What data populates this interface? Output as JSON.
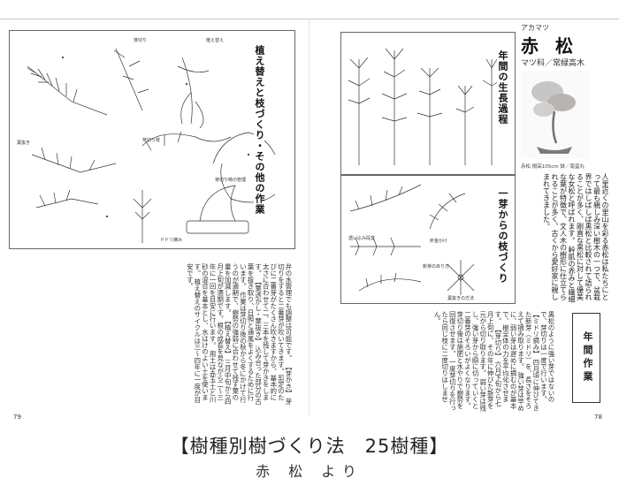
{
  "left_page": {
    "page_number": "79",
    "figure_label": "植え替えと枝づくり・その他の作業",
    "illustration_labels": [
      "芽切り",
      "植え替え",
      "葉抜き",
      "芽切り枝",
      "芽切り時の管理",
      "ドドリ摘み"
    ],
    "text_columns": [
      "弁の水管理でも調整は可能です。",
      "【芽かき】",
      "芽切りをすると二番芽が吹いてきます。剪定のたびに二番芽がたくさん吹きますから、基本的に太さに合わせて二、三本を残して芽かきをします。",
      "【葉透かし・葉抜き】",
      "込み合った部分の古葉を抜き取り、日照と通風をよくするために行います。",
      "作業は芽切り後の秋から冬にかけて行うのが適期で、樹勢の強弱に合わせて残す葉の量を加減します。",
      "【植え替え】",
      "三月中旬から四月上旬が適期です。根の成長を見ながら二〜三年に一回を目安に行います。",
      "用土は赤玉土と川砂の混合を基本とし、水はけのよい土を使います。",
      "植え替えのサイクルは三〜四年に一度が目安です。"
    ]
  },
  "right_page": {
    "page_number": "78",
    "species_kana": "アカマツ",
    "species_kanji": "赤 松",
    "family_line": "マツ科／常緑高木",
    "photo_caption": "赤松  樹高105cm  鉢／南蛮丸",
    "figure_label_top": "年間の生長過程",
    "figure_label_bottom": "一芽からの枝づくり",
    "illustration_labels": [
      "透い込み段変",
      "新芽のあり方",
      "葉抜きの方法",
      "針金かけ"
    ],
    "annual_box_label": "年間作業",
    "intro_columns": [
      "人里近くの里山を彩る赤松は私たちにとって最も親しみ深い樹木の一つで、盆栽界ではしばしば黒松と比較されて語られることが多く、剛直な黒松に対して優美な女松と呼ばれます。",
      "幹肌の赤みと繊細な葉が特徴で、文人木の樹形に仕立てられることが多く、古くから愛好家に親しまれてきました。"
    ],
    "text_columns": [
      "黒松のように強い芽ではないので、芽切りは一度で行います。",
      "【ミドリ摘み】",
      "四月頃に伸びてきた新芽（ミドリ）を、長さをそろえて摘み取ります。",
      "強い芽は早めに、弱い芽は遅めに摘むのが基本で、樹全体の力を平均化させます。",
      "【芽切り】",
      "六月下旬から七月上旬に、その年に伸びた新芽を元から切り取ります。",
      "弱い芽は残し、強い芽から順に切っていくと二番芽のそろいがよくなります。",
      "芽切り後は施肥と水やりで樹勢を回復させます。",
      "一度芽切りを行ったら同じ枝に二度切りはしません。"
    ]
  },
  "caption": {
    "title": "【樹種別樹づくり法　25樹種】",
    "subtitle": "赤 松 より"
  },
  "colors": {
    "ink": "#222222",
    "frame": "#666666",
    "page": "#ffffff"
  }
}
